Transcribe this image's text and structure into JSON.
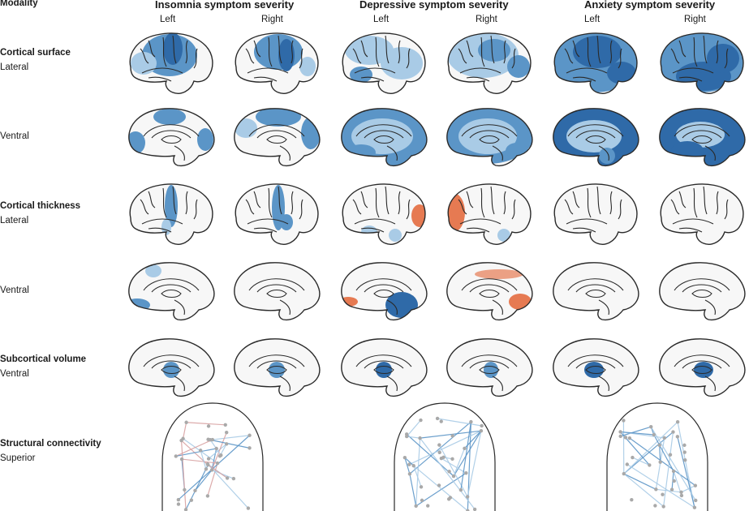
{
  "header": {
    "modality_label": "Modality"
  },
  "columns": [
    {
      "title": "Insomnia symptom severity",
      "left_label": "Left",
      "right_label": "Right"
    },
    {
      "title": "Depressive symptom severity",
      "left_label": "Left",
      "right_label": "Right"
    },
    {
      "title": "Anxiety symptom severity",
      "left_label": "Left",
      "right_label": "Right"
    }
  ],
  "rows": [
    {
      "modality": "Cortical surface",
      "view": "Lateral"
    },
    {
      "modality": "",
      "view": "Ventral"
    },
    {
      "modality": "Cortical thickness",
      "view": "Lateral"
    },
    {
      "modality": "",
      "view": "Ventral"
    },
    {
      "modality": "Subcortical volume",
      "view": "Ventral"
    },
    {
      "modality": "Structural connectivity",
      "view": "Superior"
    }
  ],
  "colors": {
    "positive_dark": "#2f6aa8",
    "positive_mid": "#5b95c7",
    "positive_light": "#a9cbe6",
    "negative": "#e67a52",
    "outline": "#2a2a2a",
    "brain_fill": "#f7f7f7",
    "node": "#a9a9a9"
  }
}
